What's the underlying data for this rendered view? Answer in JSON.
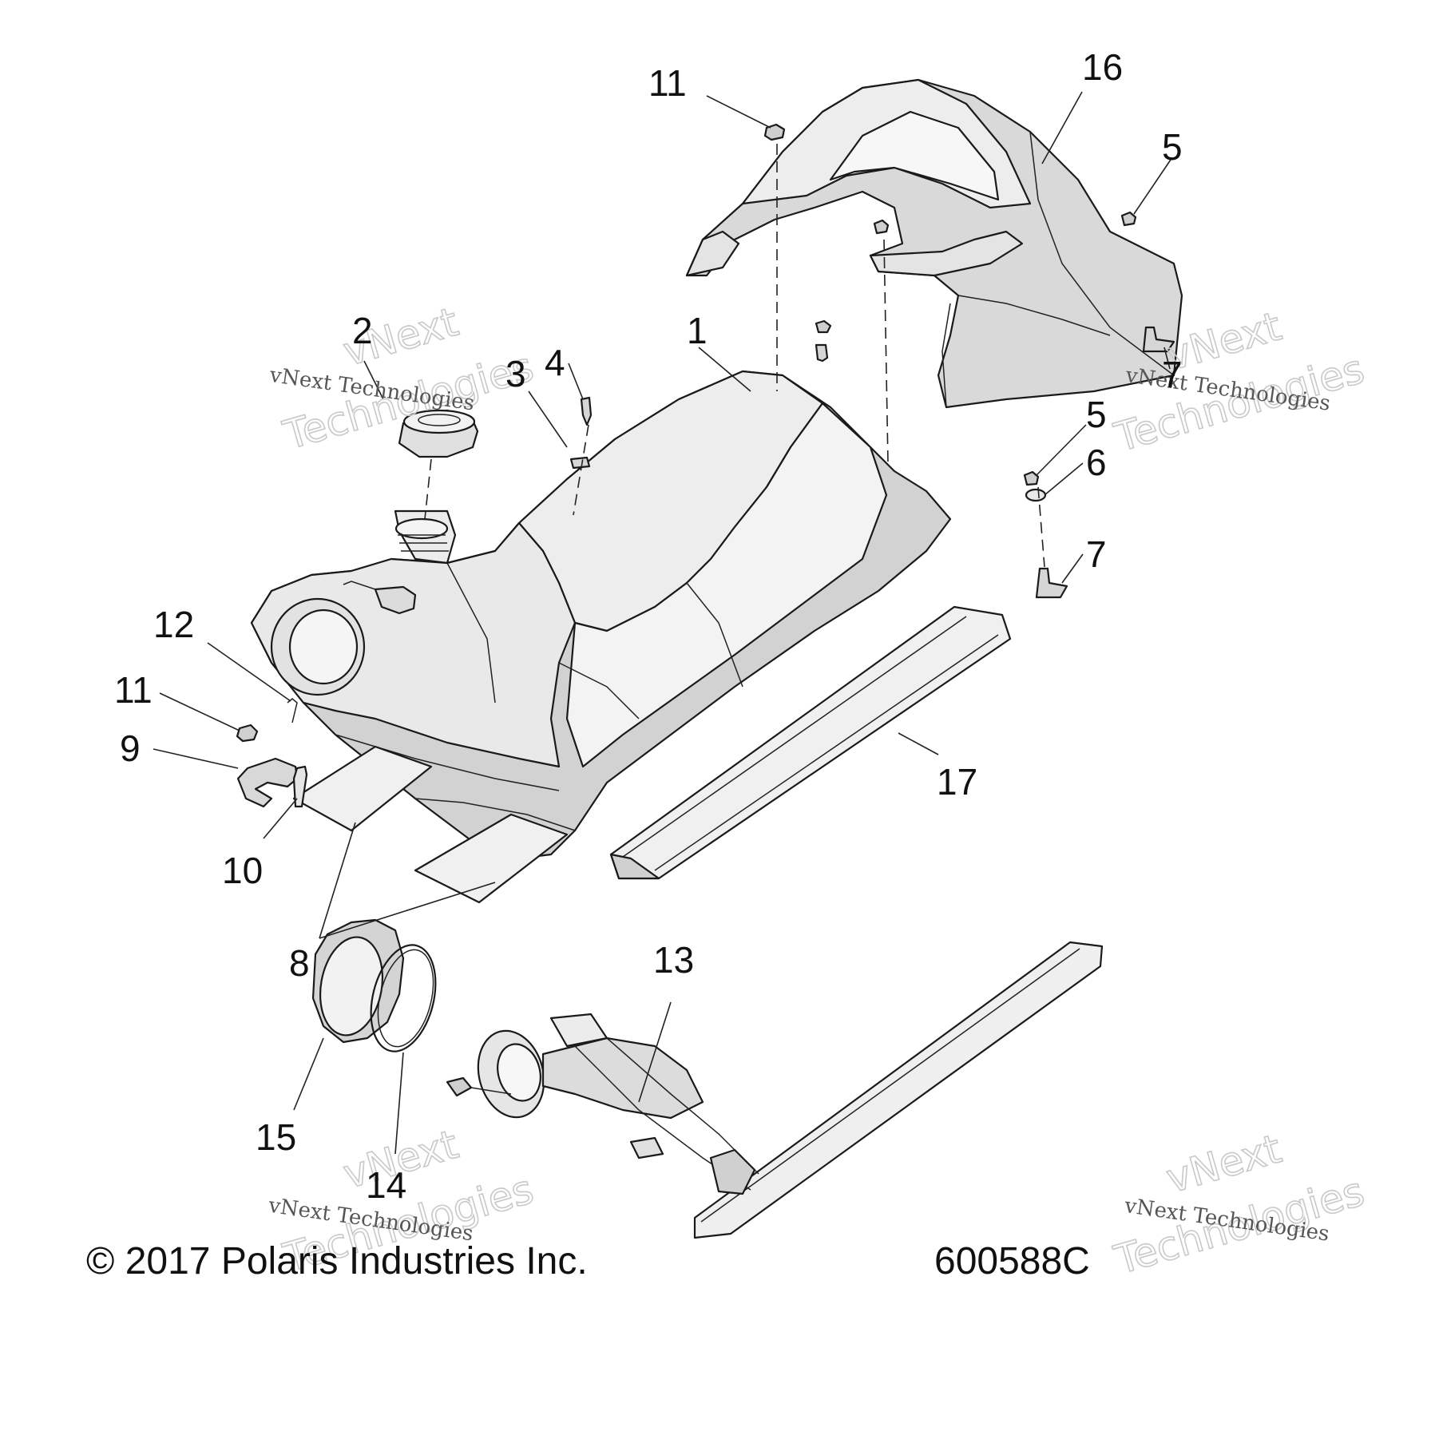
{
  "diagram": {
    "callouts": {
      "c1": "1",
      "c2": "2",
      "c3": "3",
      "c4": "4",
      "c5a": "5",
      "c5b": "5",
      "c6": "6",
      "c7a": "7",
      "c7b": "7",
      "c8": "8",
      "c9": "9",
      "c10": "10",
      "c11a": "11",
      "c11b": "11",
      "c12": "12",
      "c13": "13",
      "c14": "14",
      "c15": "15",
      "c16": "16",
      "c17": "17"
    },
    "copyright": "© 2017 Polaris Industries Inc.",
    "figure_number": "600588C",
    "watermark": {
      "line1": "vNext",
      "line2": "Technologies",
      "small": "vNext Technologies"
    }
  }
}
